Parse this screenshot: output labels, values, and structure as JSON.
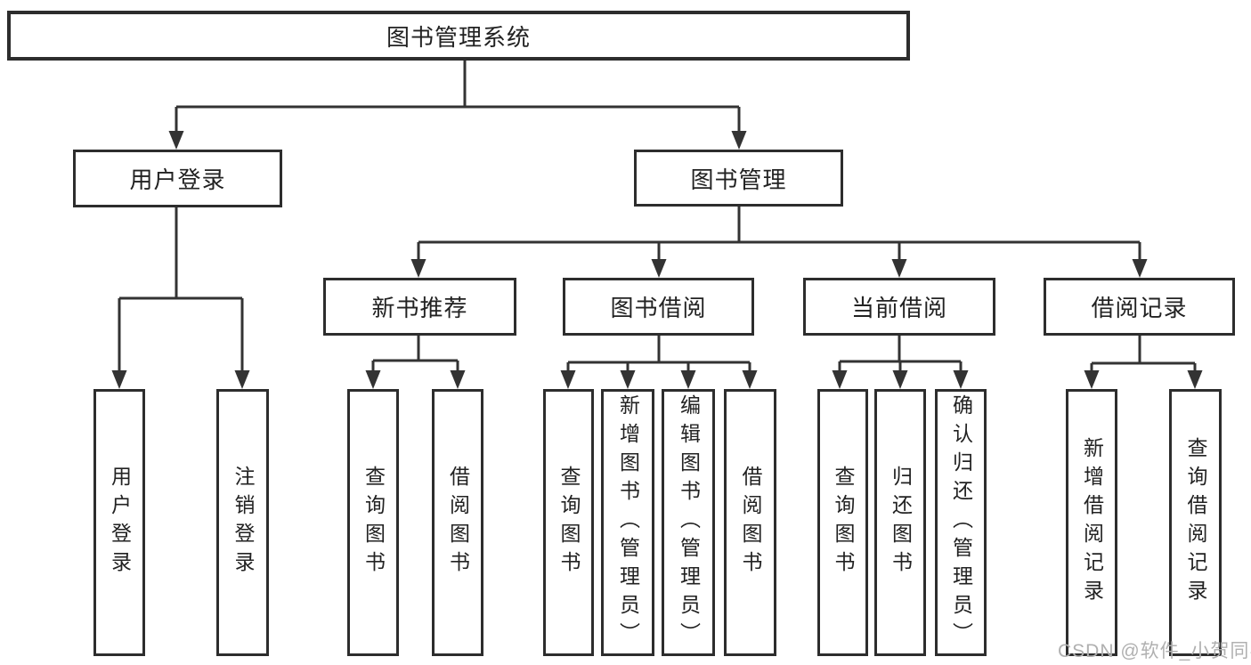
{
  "tree": {
    "root": {
      "label": "图书管理系统",
      "children": [
        {
          "label": "用户登录",
          "children": [
            {
              "label": "用户登录"
            },
            {
              "label": "注销登录"
            }
          ]
        },
        {
          "label": "图书管理",
          "children": [
            {
              "label": "新书推荐",
              "children": [
                {
                  "label": "查询图书"
                },
                {
                  "label": "借阅图书"
                }
              ]
            },
            {
              "label": "图书借阅",
              "children": [
                {
                  "label": "查询图书"
                },
                {
                  "label": "新增图书（管理员）"
                },
                {
                  "label": "编辑图书（管理员）"
                },
                {
                  "label": "借阅图书"
                }
              ]
            },
            {
              "label": "当前借阅",
              "children": [
                {
                  "label": "查询图书"
                },
                {
                  "label": "归还图书"
                },
                {
                  "label": "确认归还（管理员）"
                }
              ]
            },
            {
              "label": "借阅记录",
              "children": [
                {
                  "label": "新增借阅记录"
                },
                {
                  "label": "查询借阅记录"
                }
              ]
            }
          ]
        }
      ]
    }
  },
  "watermark": {
    "text": "CSDN @软件_小贺同学"
  },
  "colors": {
    "line": "#333333",
    "box_border": "#2d2d2d",
    "text": "#222222",
    "background": "#ffffff",
    "watermark": "#b0b0b0"
  }
}
